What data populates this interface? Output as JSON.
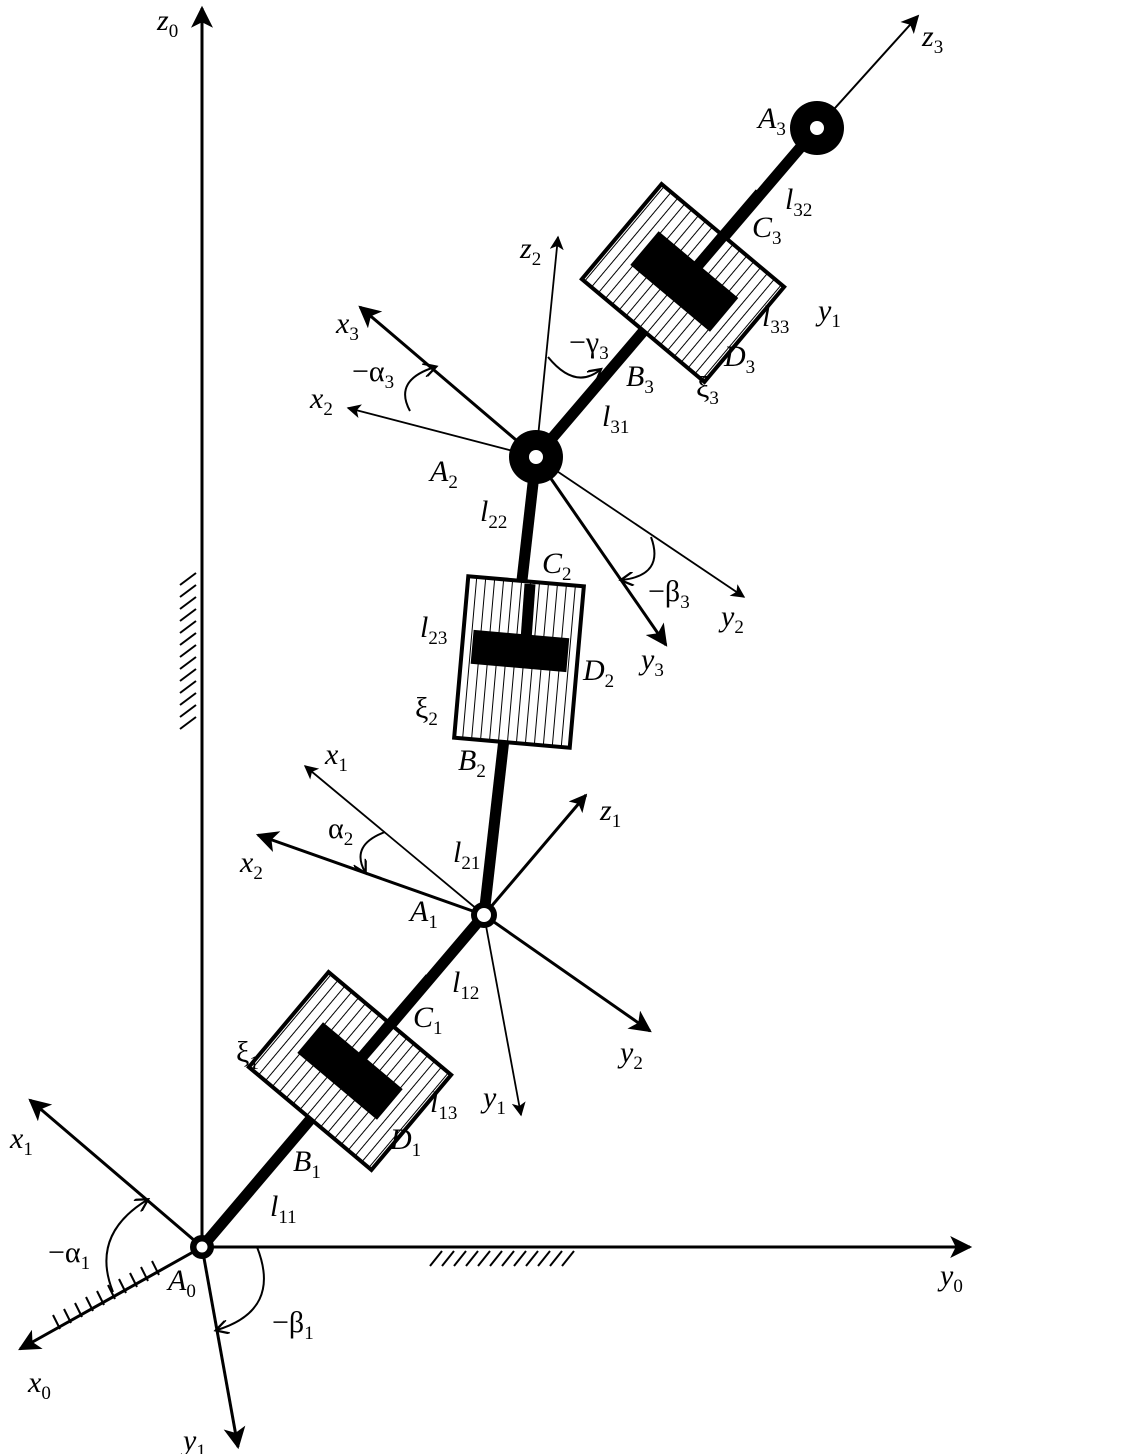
{
  "figure": {
    "kind": "three-link manipulator kinematic diagram",
    "labels": {
      "z0": {
        "base": "z",
        "sub": "0"
      },
      "y0": {
        "base": "y",
        "sub": "0"
      },
      "x0": {
        "base": "x",
        "sub": "0"
      },
      "x1_base": {
        "base": "x",
        "sub": "1"
      },
      "y1_base": {
        "base": "y",
        "sub": "1"
      },
      "A0": {
        "base": "A",
        "sub": "0"
      },
      "neg_alpha1": {
        "base": "−α",
        "sub": "1"
      },
      "neg_beta1": {
        "base": "−β",
        "sub": "1"
      },
      "B1": {
        "base": "B",
        "sub": "1"
      },
      "l11": {
        "base": "l",
        "sub": "11"
      },
      "xi1": {
        "base": "ξ",
        "sub": "1"
      },
      "C1": {
        "base": "C",
        "sub": "1"
      },
      "l12": {
        "base": "l",
        "sub": "12"
      },
      "l13": {
        "base": "l",
        "sub": "13"
      },
      "D1": {
        "base": "D",
        "sub": "1"
      },
      "y1_mid": {
        "base": "y",
        "sub": "1"
      },
      "y2_mid": {
        "base": "y",
        "sub": "2"
      },
      "A1": {
        "base": "A",
        "sub": "1"
      },
      "l21": {
        "base": "l",
        "sub": "21"
      },
      "z1": {
        "base": "z",
        "sub": "1"
      },
      "x1_mid": {
        "base": "x",
        "sub": "1"
      },
      "x2_mid": {
        "base": "x",
        "sub": "2"
      },
      "alpha2": {
        "base": "α",
        "sub": "2"
      },
      "B2": {
        "base": "B",
        "sub": "2"
      },
      "xi2": {
        "base": "ξ",
        "sub": "2"
      },
      "l23": {
        "base": "l",
        "sub": "23"
      },
      "D2": {
        "base": "D",
        "sub": "2"
      },
      "C2": {
        "base": "C",
        "sub": "2"
      },
      "l22": {
        "base": "l",
        "sub": "22"
      },
      "A2": {
        "base": "A",
        "sub": "2"
      },
      "y3": {
        "base": "y",
        "sub": "3"
      },
      "neg_beta3": {
        "base": "−β",
        "sub": "3"
      },
      "y2_top": {
        "base": "y",
        "sub": "2"
      },
      "x2_top": {
        "base": "x",
        "sub": "2"
      },
      "x3": {
        "base": "x",
        "sub": "3"
      },
      "neg_alpha3": {
        "base": "−α",
        "sub": "3"
      },
      "z2": {
        "base": "z",
        "sub": "2"
      },
      "neg_gamma3": {
        "base": "−γ",
        "sub": "3"
      },
      "B3": {
        "base": "B",
        "sub": "3"
      },
      "l31": {
        "base": "l",
        "sub": "31"
      },
      "xi3": {
        "base": "ξ",
        "sub": "3"
      },
      "D3": {
        "base": "D",
        "sub": "3"
      },
      "l33": {
        "base": "l",
        "sub": "33"
      },
      "y1_top": {
        "base": "y",
        "sub": "1"
      },
      "C3": {
        "base": "C",
        "sub": "3"
      },
      "l32": {
        "base": "l",
        "sub": "32"
      },
      "A3": {
        "base": "A",
        "sub": "3"
      },
      "z3": {
        "base": "z",
        "sub": "3"
      }
    }
  }
}
